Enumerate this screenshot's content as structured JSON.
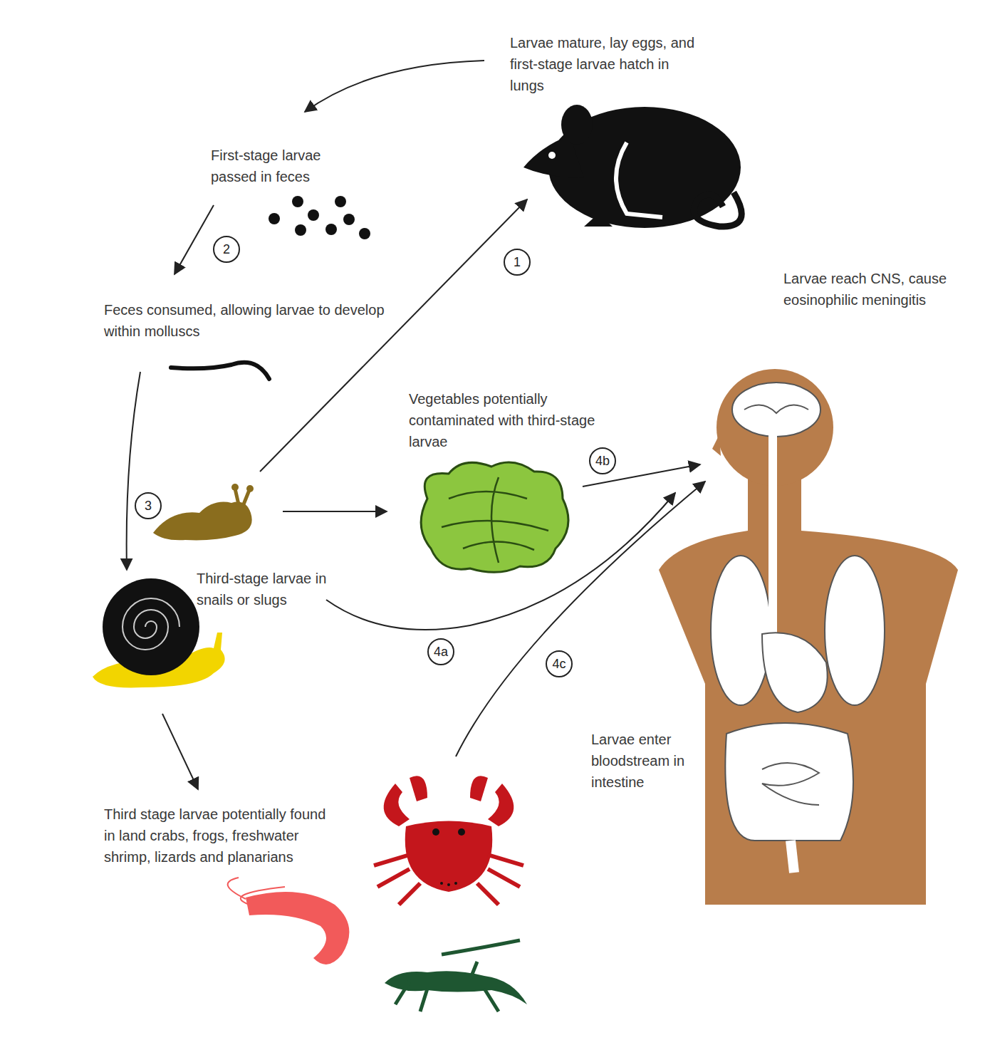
{
  "diagram": {
    "labels": [
      "Larvae mature, lay eggs, and first-stage larvae hatch in lungs",
      "First-stage larvae passed in feces",
      "2",
      "1",
      "Feces consumed, allowing larvae to develop within molluscs",
      "Larvae reach CNS, cause eosinophilic meningitis",
      "Vegetables potentially contaminated with third-stage larvae",
      "4b",
      "3",
      "Third-stage larvae in snails or slugs",
      "4a",
      "4c",
      "Larvae enter bloodstream in intestine",
      "Third stage larvae potentially found in land crabs, frogs, freshwater shrimp, lizards and planarians"
    ]
  }
}
